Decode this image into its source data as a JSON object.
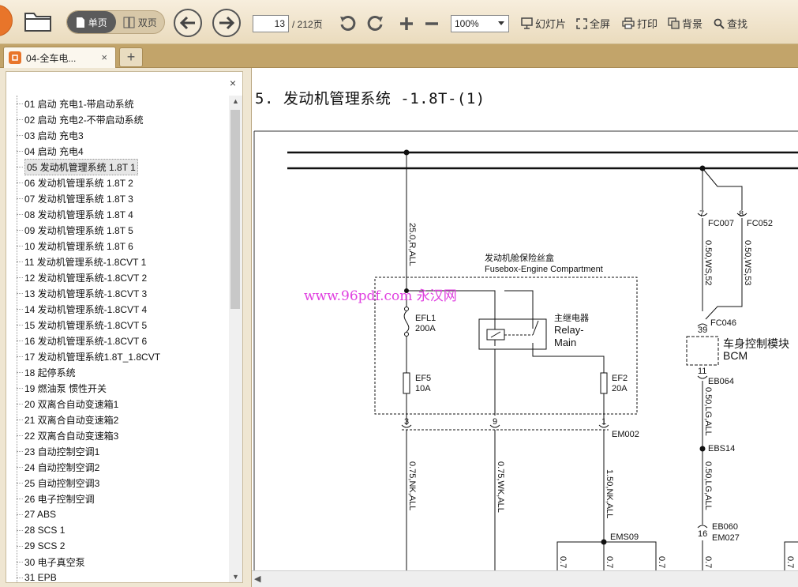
{
  "toolbar": {
    "view_single_label": "单页",
    "view_double_label": "双页",
    "current_page": "13",
    "total_pages": "/ 212页",
    "zoom": "100%",
    "slideshow_label": "幻灯片",
    "fullscreen_label": "全屏",
    "print_label": "打印",
    "background_label": "背景",
    "find_label": "查找"
  },
  "tabs": {
    "active_tab_label": "04-全车电...",
    "close_glyph": "×",
    "new_tab_glyph": "+"
  },
  "sidebar": {
    "close_glyph": "×",
    "items": [
      {
        "label": "01 启动 充电1-带启动系统"
      },
      {
        "label": "02 启动 充电2-不带启动系统"
      },
      {
        "label": "03 启动 充电3"
      },
      {
        "label": "04 启动 充电4"
      },
      {
        "label": "05 发动机管理系统 1.8T 1",
        "selected": true
      },
      {
        "label": "06 发动机管理系统 1.8T 2"
      },
      {
        "label": "07 发动机管理系统 1.8T 3"
      },
      {
        "label": "08 发动机管理系统 1.8T 4"
      },
      {
        "label": "09 发动机管理系统 1.8T 5"
      },
      {
        "label": "10 发动机管理系统 1.8T 6"
      },
      {
        "label": "11 发动机管理系统-1.8CVT 1"
      },
      {
        "label": "12 发动机管理系统-1.8CVT 2"
      },
      {
        "label": "13 发动机管理系统-1.8CVT 3"
      },
      {
        "label": "14 发动机管理系统-1.8CVT 4"
      },
      {
        "label": "15 发动机管理系统-1.8CVT 5"
      },
      {
        "label": "16 发动机管理系统-1.8CVT 6"
      },
      {
        "label": "17 发动机管理系统1.8T_1.8CVT"
      },
      {
        "label": "18 起停系统"
      },
      {
        "label": "19 燃油泵 惯性开关"
      },
      {
        "label": "20 双离合自动变速箱1"
      },
      {
        "label": "21 双离合自动变速箱2"
      },
      {
        "label": "22 双离合自动变速箱3"
      },
      {
        "label": "23 自动控制空调1"
      },
      {
        "label": "24 自动控制空调2"
      },
      {
        "label": "25 自动控制空调3"
      },
      {
        "label": "26 电子控制空调"
      },
      {
        "label": "27 ABS"
      },
      {
        "label": "28 SCS 1"
      },
      {
        "label": "29 SCS 2"
      },
      {
        "label": "30 电子真空泵"
      },
      {
        "label": "31 EPB"
      }
    ]
  },
  "document": {
    "page_title": "5. 发动机管理系统 -1.8T-(1)",
    "watermark": "www.96pdf.com 永汉网",
    "diagram": {
      "fusebox_cn": "发动机舱保险丝盒",
      "fusebox_en": "Fusebox-Engine Compartment",
      "wire_top_left": "25.0,R,ALL",
      "efl1_name": "EFL1",
      "efl1_rating": "200A",
      "relay_cn": "主继电器",
      "relay_en_1": "Relay-",
      "relay_en_2": "Main",
      "ef5_name": "EF5",
      "ef5_rating": "10A",
      "ef2_name": "EF2",
      "ef2_rating": "20A",
      "pin_3": "3",
      "pin_9": "9",
      "pin_1": "1",
      "connector_em002": "EM002",
      "wire_nk_1": "0.75,NK,ALL",
      "wire_wk": "0.75,WK,ALL",
      "wire_nk_2": "1.50,NK,ALL",
      "splice_ems09": "EMS09",
      "pin_7": "7",
      "pin_8": "8",
      "connector_fc007": "FC007",
      "connector_fc052": "FC052",
      "wire_ws52": "0.50,WS,52",
      "wire_ws53": "0.50,WS,53",
      "pin_39": "39",
      "connector_fc046": "FC046",
      "bcm_cn": "车身控制模块",
      "bcm_en": "BCM",
      "pin_11": "11",
      "connector_eb064": "EB064",
      "wire_lg1": "0.50,LG,ALL",
      "splice_ebs14": "EBS14",
      "wire_lg2": "0.50,LG,ALL",
      "pin_16": "16",
      "connector_eb060": "EB060",
      "connector_em027": "EM027",
      "cut_label_1": "0.7",
      "cut_label_2": "0.7",
      "cut_label_3": "0.7",
      "cut_label_4": "0.7",
      "cut_label_5": "0.7"
    }
  }
}
